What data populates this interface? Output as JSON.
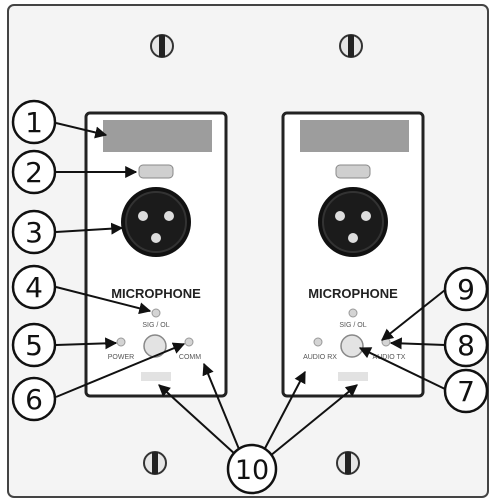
{
  "panels": [
    {
      "title": "MICROPHONE",
      "led_center": "SIG / OL",
      "led_left": "POWER",
      "led_right": "COMM"
    },
    {
      "title": "MICROPHONE",
      "led_center": "SIG / OL",
      "led_left": "AUDIO RX",
      "led_right": "AUDIO TX"
    }
  ],
  "callouts": [
    {
      "number": "1"
    },
    {
      "number": "2"
    },
    {
      "number": "3"
    },
    {
      "number": "4"
    },
    {
      "number": "5"
    },
    {
      "number": "6"
    },
    {
      "number": "7"
    },
    {
      "number": "8"
    },
    {
      "number": "9"
    },
    {
      "number": "10"
    }
  ],
  "colors": {
    "plate": "#f4f4f4",
    "outline": "#222222",
    "label_window": "#9d9d9d",
    "xlr_body": "#111111",
    "led": "#d4d4d4"
  }
}
